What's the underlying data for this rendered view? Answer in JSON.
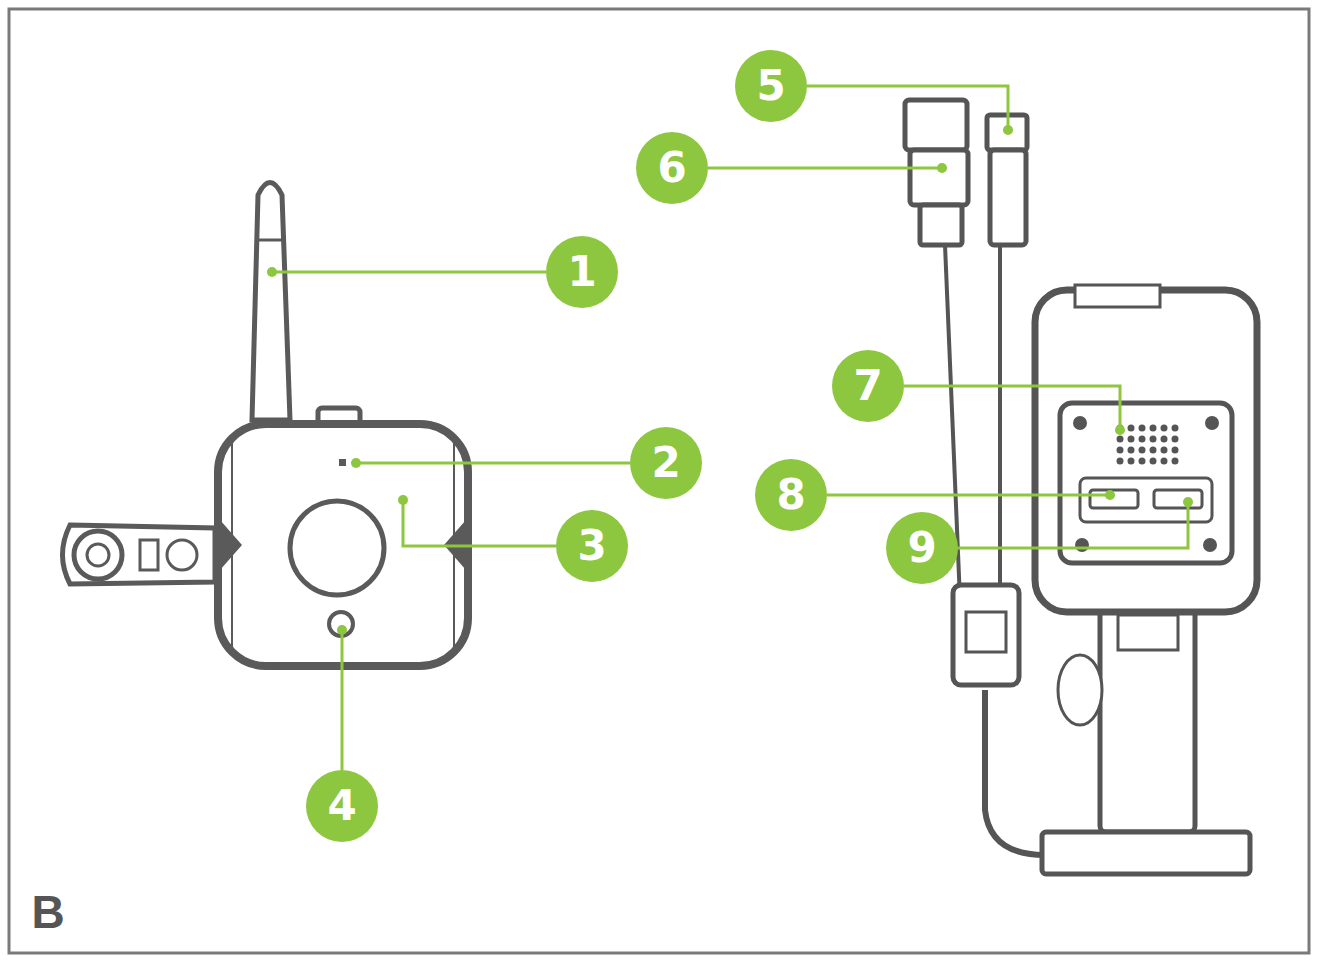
{
  "diagram": {
    "labels": [
      "1",
      "2",
      "3",
      "4",
      "5",
      "6",
      "7",
      "8",
      "9",
      "B"
    ]
  }
}
